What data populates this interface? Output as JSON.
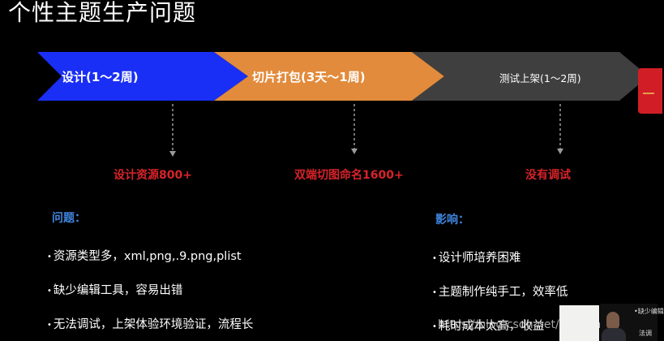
{
  "slide": {
    "title": "个性主题生产问题",
    "steps": [
      {
        "label": "设计(1～2周)",
        "color": "#1a2ff5"
      },
      {
        "label": "切片打包(3天～1周)",
        "color": "#e28b3c"
      },
      {
        "label": "测试上架(1～2周)",
        "color": "#3f3f3f"
      }
    ],
    "results": [
      "设计资源800+",
      "双端切图命名1600+",
      "没有调试"
    ],
    "result_color": "#d8232a",
    "problems": {
      "heading": "问题：",
      "items": [
        "资源类型多，xml,png,.9.png,plist",
        "缺少编辑工具，容易出错",
        "无法调试，上架体验环境验证，流程长"
      ]
    },
    "impacts": {
      "heading": "影响：",
      "items": [
        "设计师培养困难",
        "主题制作纯手工，效率低",
        "耗时成本太高，收益"
      ]
    },
    "heading_color": "#3f86e0"
  },
  "overlay": {
    "watermark": "https://blog.csdn.net/haoyuan1234di",
    "presenter_caption": "•缺少编辑",
    "presenter_caption2": "法调"
  }
}
